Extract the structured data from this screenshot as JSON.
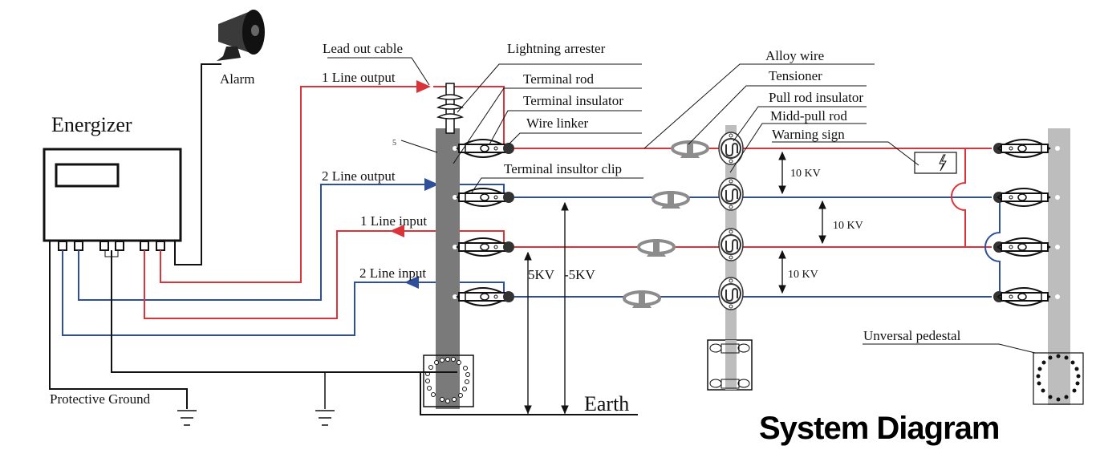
{
  "title": "System Diagram",
  "components": {
    "energizer": "Energizer",
    "alarm": "Alarm",
    "lead_out_cable": "Lead out cable",
    "lightning_arrester": "Lightning arrester",
    "terminal_rod": "Terminal rod",
    "terminal_insulator": "Terminal insulator",
    "wire_linker": "Wire linker",
    "terminal_insulator_clip": "Terminal insultor clip",
    "alloy_wire": "Alloy wire",
    "tensioner": "Tensioner",
    "pull_rod_insulator": "Pull rod insulator",
    "midd_pull_rod": "Midd-pull rod",
    "warning_sign": "Warning sign",
    "universal_pedestal": "Unversal pedestal",
    "protective_ground": "Protective Ground",
    "earth": "Earth",
    "post_number": "5"
  },
  "lines": {
    "line1_output": "1 Line output",
    "line2_output": "2 Line output",
    "line1_input": "1 Line input",
    "line2_input": "2 Line  input"
  },
  "voltages": {
    "v_5kv_a": "5KV",
    "v_5kv_b": "-5KV",
    "v_10kv_top": "10 KV",
    "v_10kv_mid": "10 KV",
    "v_10kv_bottom": "10 KV"
  },
  "colors": {
    "positive_wire": "#d9343a",
    "negative_wire": "#2f4f9a",
    "post_dark": "#7a7a7a",
    "post_light": "#bdbdbd"
  }
}
